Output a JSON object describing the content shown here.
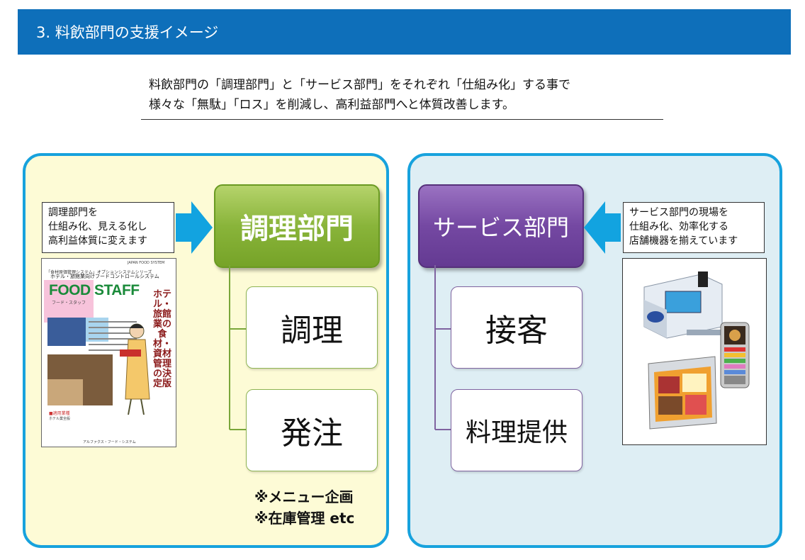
{
  "header": {
    "title": "3. 料飲部門の支援イメージ"
  },
  "intro": {
    "line1": "料飲部門の「調理部門」と「サービス部門」をそれぞれ「仕組み化」する事で",
    "line2": "様々な「無駄」「ロス」を削減し、高利益部門へと体質改善します。"
  },
  "left_panel": {
    "description": [
      "調理部門を",
      "仕組み化、見える化し",
      "高利益体質に変えます"
    ],
    "main_label": "調理部門",
    "sub_items": [
      "調理",
      "発注"
    ],
    "notes": [
      "※メニュー企画",
      "※在庫管理 etc"
    ],
    "brochure": {
      "header_small": "「食材原価管理システム」オプションシステムシリーズ",
      "header": "ホテル・旅館業向けフードコントロールシステム",
      "brand": "JAPAN FOOD SYSTEM",
      "logo": "FOOD STAFF",
      "logo_sub": "フード・スタッフ",
      "vertical_text": "ホテル・旅館業の食材・資材管理の決定版",
      "footer_title": "■適用業種",
      "footer_text": "ホテル業全般",
      "company": "アルファクス・フード・システム"
    }
  },
  "right_panel": {
    "description": [
      "サービス部門の現場を",
      "仕組み化、効率化する",
      "店舗機器を揃えています"
    ],
    "main_label": "サービス部門",
    "sub_items": [
      "接客",
      "料理提供"
    ]
  },
  "colors": {
    "header_bg": "#0e6fba",
    "panel_border": "#17a2dd",
    "left_panel_bg": "#fdfbd6",
    "right_panel_bg": "#deeef4",
    "kitchen_green": "#89b43a",
    "service_purple": "#7448a2"
  }
}
